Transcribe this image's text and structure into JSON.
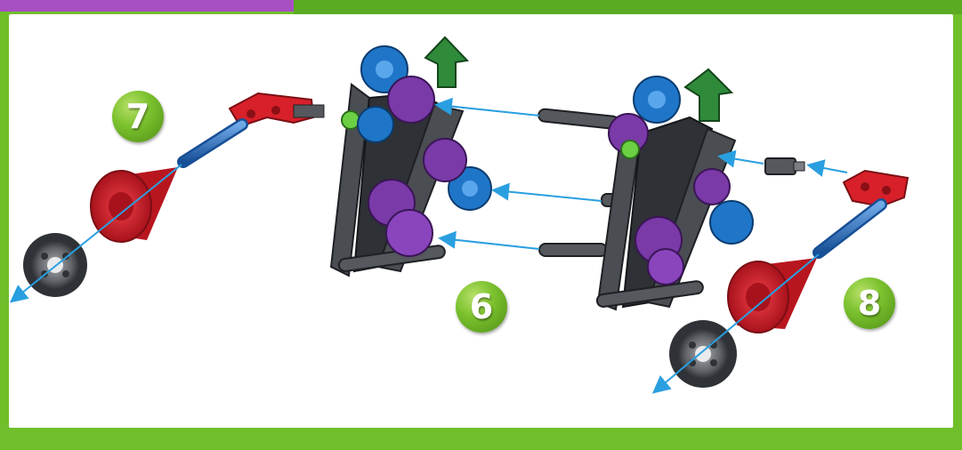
{
  "steps": [
    {
      "id": "step-7",
      "label": "7"
    },
    {
      "id": "step-6",
      "label": "6"
    },
    {
      "id": "step-8",
      "label": "8"
    }
  ],
  "colors": {
    "frame_green": "#6fbf2a",
    "tab_purple": "#a84fc4",
    "arrow_blue": "#2a9fe0",
    "part_red": "#d8202a",
    "part_blue": "#1f76c8",
    "part_purple": "#7a3aa8",
    "part_green": "#2f8a3a",
    "part_gray": "#4a4d52",
    "wheel_gray": "#6d7075"
  },
  "icons": [
    "k-nex-frame-assembly",
    "cone-wheel-icon",
    "tire-icon",
    "rod-icon",
    "connector-icon"
  ]
}
